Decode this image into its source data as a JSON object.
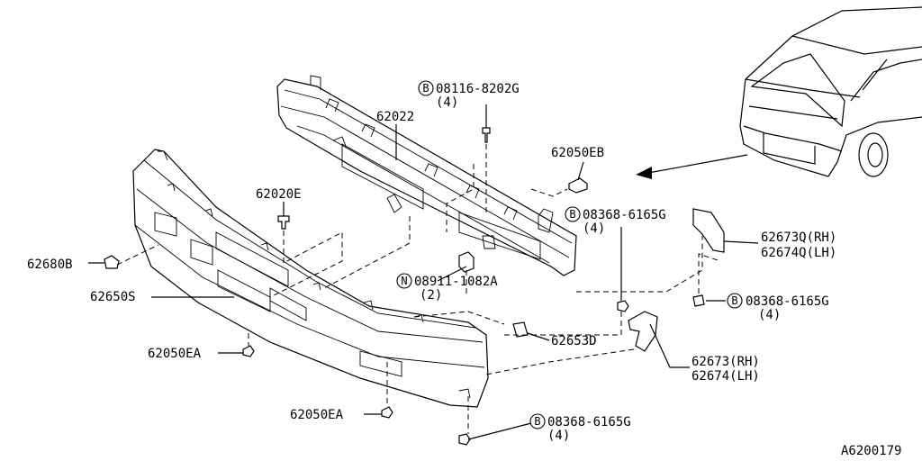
{
  "diagram": {
    "labels": {
      "bolt_top": "08116-8202G",
      "bolt_top_qty": "(4)",
      "reinforcement": "62022",
      "clip_eb": "62050EB",
      "bolt_mid": "08368-6165G",
      "bolt_mid_qty": "(4)",
      "bracket_q_rh": "62673Q(RH)",
      "bracket_q_lh": "62674Q(LH)",
      "retainer_e": "62020E",
      "clip_b": "62680B",
      "nut": "08911-1082A",
      "nut_qty": "(2)",
      "fascia": "62650S",
      "bolt_right": "08368-6165G",
      "bolt_right_qty": "(4)",
      "clip_ea_1": "62050EA",
      "cover": "62653D",
      "bracket_rh": "62673(RH)",
      "bracket_lh": "62674(LH)",
      "clip_ea_2": "62050EA",
      "bolt_bottom": "08368-6165G",
      "bolt_bottom_qty": "(4)",
      "diagram_id": "A6200179"
    },
    "prefix": {
      "b": "B",
      "n": "N"
    }
  }
}
